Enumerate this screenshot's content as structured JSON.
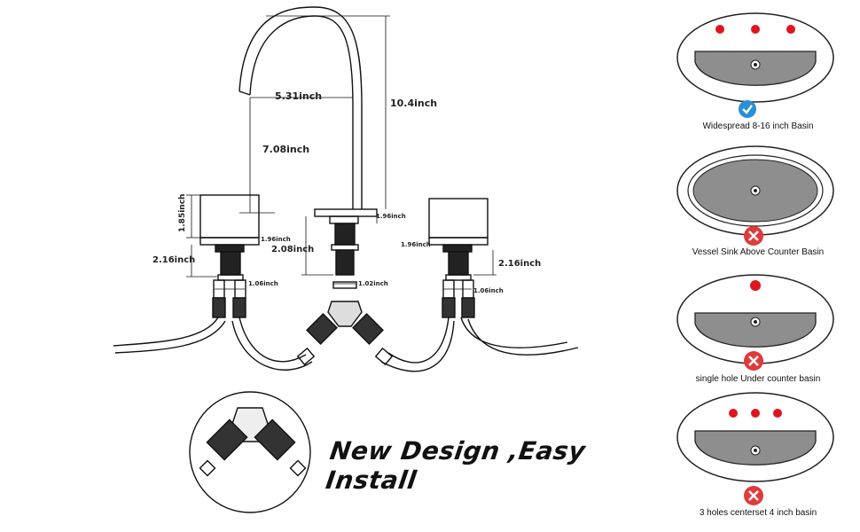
{
  "diagram": {
    "dimensions": {
      "spout_reach": "5.31inch",
      "total_height": "10.4inch",
      "spout_height": "7.08inch",
      "handle_height": "1.85inch",
      "left_handle_diameter": "1.96inch",
      "left_shank_length": "2.16inch",
      "left_hose_diameter": "1.06inch",
      "spout_base_diameter": "1.96inch",
      "spout_shank_length": "2.08inch",
      "spout_nut_diameter": "1.02inch",
      "right_handle_diameter": "1.96inch",
      "right_shank_length": "2.16inch",
      "right_hose_diameter": "1.06inch"
    },
    "slogan": "New Design ,Easy Install"
  },
  "basins": [
    {
      "caption": "Widespread 8-16 inch Basin",
      "compatible": true,
      "status_icon": "check-icon",
      "holes": 3
    },
    {
      "caption": "Vessel Sink Above Counter  Basin",
      "compatible": false,
      "status_icon": "cross-icon",
      "holes": 0
    },
    {
      "caption": "single hole Under counter basin",
      "compatible": false,
      "status_icon": "cross-icon",
      "holes": 1
    },
    {
      "caption": "3 holes centerset 4 inch basin",
      "compatible": false,
      "status_icon": "cross-icon",
      "holes": 3
    }
  ],
  "colors": {
    "hole": "#e0141e",
    "check": "#2a8fd6",
    "cross": "#e03a3a",
    "basin_fill": "#8e8e8e"
  }
}
